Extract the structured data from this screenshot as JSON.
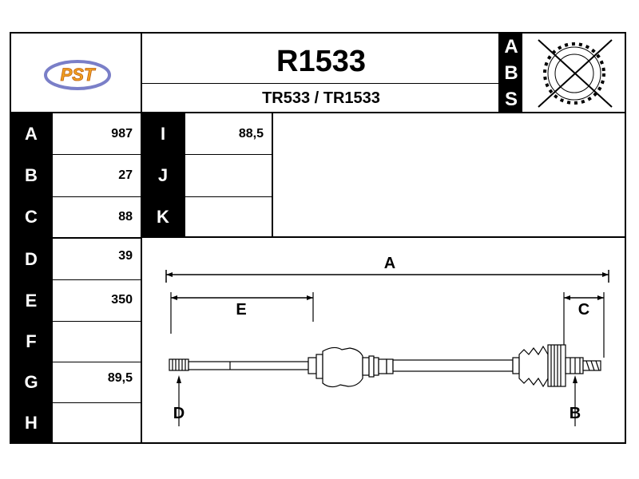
{
  "header": {
    "logo_text": "PST",
    "part_number": "R1533",
    "alt_refs": "TR533 / TR1533",
    "abs_letters": [
      "A",
      "B",
      "S"
    ]
  },
  "specs_left": [
    {
      "label": "A",
      "value": "987"
    },
    {
      "label": "B",
      "value": "27"
    },
    {
      "label": "C",
      "value": "88"
    },
    {
      "label": "D",
      "value": "39"
    },
    {
      "label": "E",
      "value": "350"
    },
    {
      "label": "F",
      "value": ""
    },
    {
      "label": "G",
      "value": "89,5"
    },
    {
      "label": "H",
      "value": ""
    }
  ],
  "specs_right": [
    {
      "label": "I",
      "value": "88,5"
    },
    {
      "label": "J",
      "value": ""
    },
    {
      "label": "K",
      "value": ""
    }
  ],
  "diagram": {
    "dim_a": "A",
    "dim_e": "E",
    "dim_c": "C",
    "dim_d": "D",
    "dim_b": "B"
  }
}
